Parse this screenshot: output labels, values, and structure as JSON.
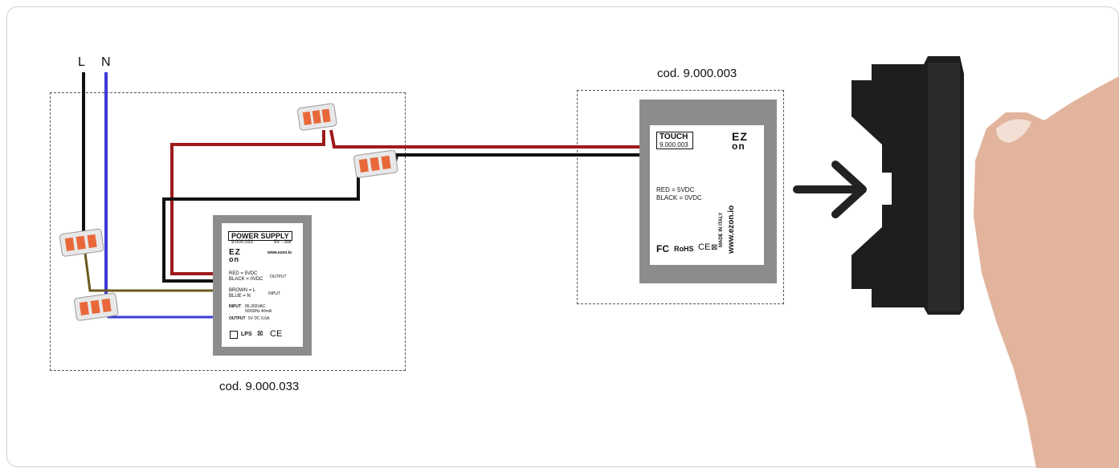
{
  "wires": {
    "line_label": "L",
    "neutral_label": "N"
  },
  "power_supply": {
    "code_label": "cod. 9.000.033",
    "title": "POWER SUPPLY",
    "model": "9.000.033",
    "rating": "5V - 3W",
    "website": "www.ezon.io",
    "logo_top": "EZ",
    "logo_bottom": "on",
    "output_red": "RED = 5VDC",
    "output_black": "BLACK = 0VDC",
    "output_label": "OUTPUT",
    "input_brown": "BROWN = L",
    "input_blue": "BLUE = N",
    "input_label": "INPUT",
    "spec_input_key": "INPUT",
    "spec_input_val": "85-265VAC",
    "spec_freq": "50/60Hz  40mA",
    "spec_output_key": "OUTPUT",
    "spec_output_val": "5V DC 0,6A",
    "mark_lps": "LPS",
    "mark_ce": "CE"
  },
  "touch_module": {
    "code_label": "cod. 9.000.003",
    "title": "TOUCH",
    "model": "9.000.003",
    "logo_top": "EZ",
    "logo_bottom": "on",
    "red": "RED = 5VDC",
    "black": "BLACK = 0VDC",
    "made_in": "MADE IN ITALY",
    "website": "www.ezon.io",
    "mark_fc": "FC",
    "mark_rohs": "RoHS",
    "mark_ce": "CE"
  },
  "colors": {
    "red_wire": "#9e1b1b",
    "black_wire": "#111111",
    "blue_wire": "#3b3bd6",
    "brown_wire": "#6b5a1e",
    "connector_orange": "#e8683a",
    "module_gray": "#8c8c8c"
  }
}
